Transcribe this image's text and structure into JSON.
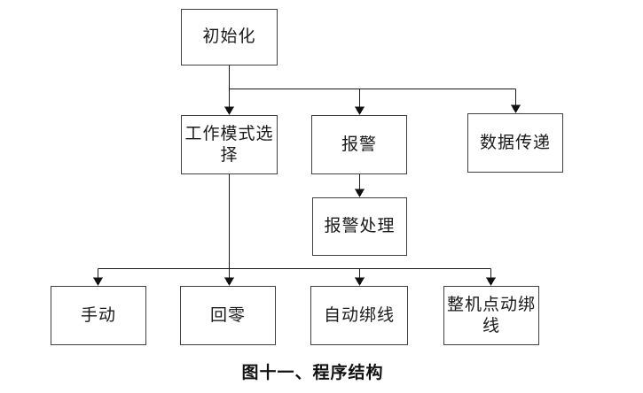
{
  "figure": {
    "caption": "图十一、程序结构"
  },
  "diagram": {
    "type": "flowchart",
    "nodes": {
      "init": {
        "label": "初始化"
      },
      "mode_select": {
        "label": "工作模式选择"
      },
      "alarm": {
        "label": "报警"
      },
      "data_transfer": {
        "label": "数据传递"
      },
      "alarm_handling": {
        "label": "报警处理"
      },
      "manual": {
        "label": "手动"
      },
      "return_zero": {
        "label": "回零"
      },
      "auto_binding": {
        "label": "自动绑线"
      },
      "jog_binding": {
        "label": "整机点动绑线"
      }
    },
    "edges": [
      {
        "from": "init",
        "to": "mode_select"
      },
      {
        "from": "init",
        "to": "alarm"
      },
      {
        "from": "init",
        "to": "data_transfer"
      },
      {
        "from": "alarm",
        "to": "alarm_handling"
      },
      {
        "from": "mode_select",
        "to": "manual"
      },
      {
        "from": "mode_select",
        "to": "return_zero"
      },
      {
        "from": "mode_select",
        "to": "auto_binding"
      },
      {
        "from": "mode_select",
        "to": "jog_binding"
      }
    ],
    "colors": {
      "background": "#ffffff",
      "box_fill": "#ffffff",
      "box_border": "#404040",
      "line": "#1a1a1a",
      "text": "#1a1a1a"
    }
  }
}
